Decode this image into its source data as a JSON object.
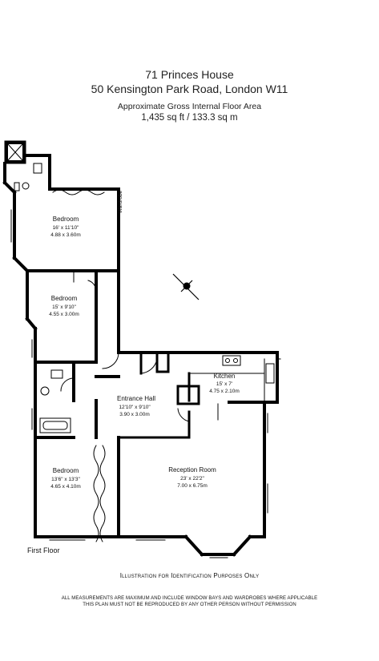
{
  "header": {
    "address_line1": "71 Princes House",
    "address_line2": "50 Kensington Park Road, London W11",
    "area_label": "Approximate Gross Internal Floor Area",
    "area_value": "1,435 sq ft / 133.3 sq m"
  },
  "rooms": [
    {
      "name": "Bedroom",
      "imperial": "16' x 11'10\"",
      "metric": "4.88 x 3.60m"
    },
    {
      "name": "Bedroom",
      "imperial": "15' x 9'10\"",
      "metric": "4.55 x 3.00m"
    },
    {
      "name": "Kitchen",
      "imperial": "15' x 7'",
      "metric": "4.75 x 2.10m"
    },
    {
      "name": "Entrance Hall",
      "imperial": "12'10\" x 9'10\"",
      "metric": "3.90 x 3.00m"
    },
    {
      "name": "Bedroom",
      "imperial": "13'6\" x 13'3\"",
      "metric": "4.65 x 4.10m"
    },
    {
      "name": "Reception Room",
      "imperial": "23' x 22'2\"",
      "metric": "7.00 x 6.75m"
    }
  ],
  "labels": {
    "wardrobe": "Wardrobe",
    "floor": "First Floor",
    "illustration_note": "Illustration for Identification Purposes Only",
    "disclaimer_line1": "ALL MEASUREMENTS ARE MAXIMUM AND INCLUDE WINDOW BAYS AND WARDROBES WHERE APPLICABLE",
    "disclaimer_line2": "THIS PLAN MUST NOT BE REPRODUCED BY ANY OTHER PERSON WITHOUT PERMISSION"
  }
}
